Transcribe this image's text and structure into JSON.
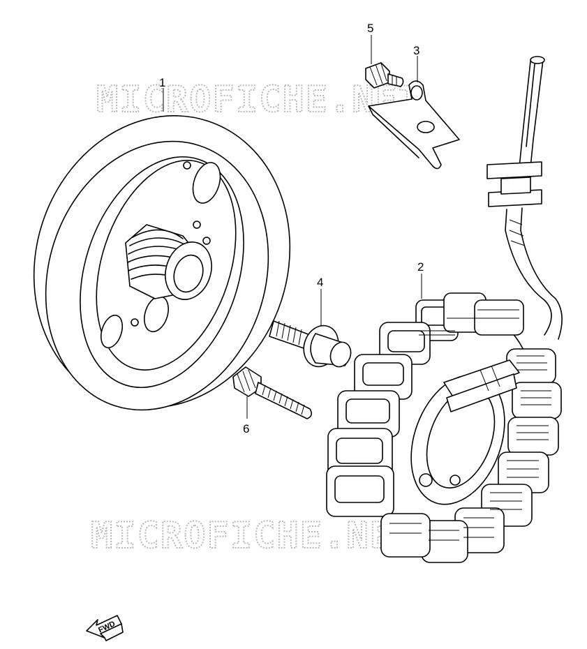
{
  "watermark": {
    "text": "MICROFICHE.NET"
  },
  "callouts": [
    {
      "id": "flywheel",
      "label": "1"
    },
    {
      "id": "stator",
      "label": "2"
    },
    {
      "id": "bracket",
      "label": "3"
    },
    {
      "id": "flange-bolt",
      "label": "4"
    },
    {
      "id": "cap-bolt",
      "label": "5"
    },
    {
      "id": "stator-screw",
      "label": "6"
    }
  ],
  "direction": {
    "label": "FWD"
  }
}
